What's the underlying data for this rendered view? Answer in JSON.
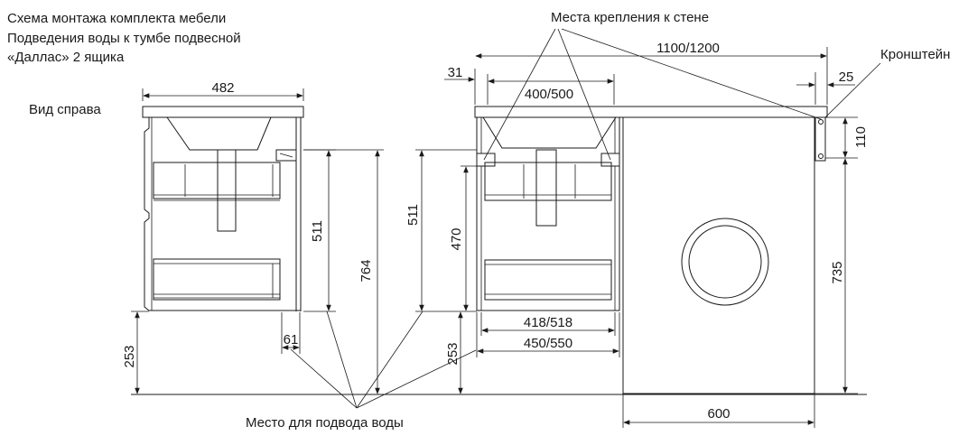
{
  "title_lines": [
    "Схема монтажа комплекта мебели",
    "Подведения воды к тумбе подвесной",
    "«Даллас» 2 ящика"
  ],
  "labels": {
    "side_view": "Вид справа",
    "wall_mounts": "Места крепления к стене",
    "bracket": "Кронштейн",
    "water_supply": "Место для подвода воды"
  },
  "dimensions": {
    "side_depth": "482",
    "side_height_cabinet": "511",
    "side_height_total": "764",
    "side_offset": "61",
    "side_floor": "253",
    "front_height_cabinet": "511",
    "front_height_inner": "470",
    "front_floor": "253",
    "wall_offset": "31",
    "sink_width": "400/500",
    "top_width": "1100/1200",
    "bracket_offset": "25",
    "bracket_height": "110",
    "inner_width": "418/518",
    "cabinet_width": "450/550",
    "washer_height": "735",
    "washer_width": "600"
  }
}
